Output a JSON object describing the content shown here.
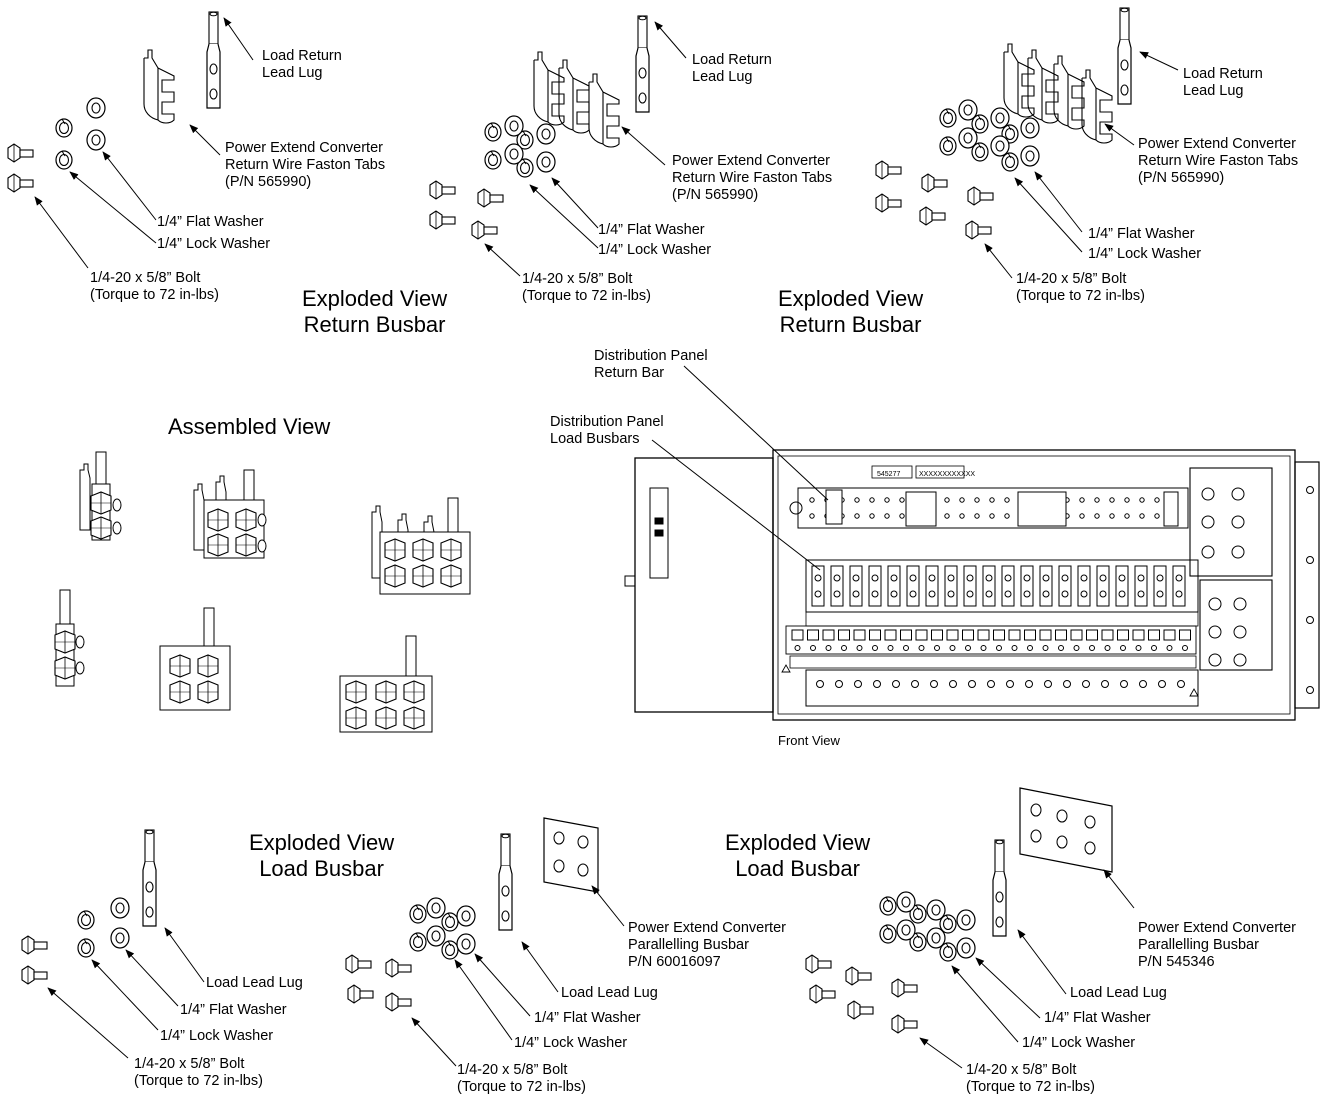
{
  "headings": {
    "exploded_return": [
      "Exploded View",
      "Return Busbar"
    ],
    "exploded_load": [
      "Exploded View",
      "Load Busbar"
    ],
    "assembled": "Assembled View",
    "front_view": "Front View"
  },
  "callouts": {
    "load_return_lug": [
      "Load Return",
      "Lead Lug"
    ],
    "faston_tabs": [
      "Power Extend Converter",
      "Return Wire Faston Tabs",
      "(P/N 565990)"
    ],
    "flat_washer": "1/4” Flat Washer",
    "lock_washer": "1/4” Lock Washer",
    "bolt": [
      "1/4-20 x 5/8” Bolt",
      "(Torque to 72 in-lbs)"
    ],
    "load_lead_lug": "Load Lead Lug",
    "parallel_busbar_a": [
      "Power Extend Converter",
      "Parallelling Busbar",
      "P/N 60016097"
    ],
    "parallel_busbar_b": [
      "Power Extend Converter",
      "Parallelling Busbar",
      "P/N 545346"
    ],
    "dist_return_bar": [
      "Distribution Panel",
      "Return Bar"
    ],
    "dist_load_busbars": [
      "Distribution Panel",
      "Load Busbars"
    ]
  },
  "panel": {
    "part_no": "545277",
    "serial": "XXXXXXXXXXXX"
  }
}
